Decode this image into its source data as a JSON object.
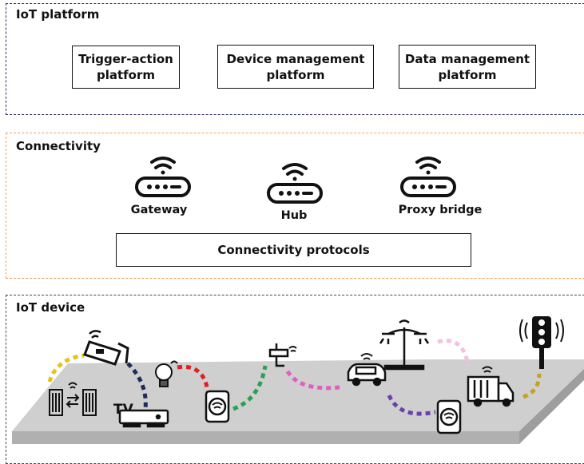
{
  "iot_platform": {
    "title": "IoT platform",
    "boxes": [
      {
        "line1": "Trigger-action",
        "line2": "platform"
      },
      {
        "line1": "Device management",
        "line2": "platform"
      },
      {
        "line1": "Data management",
        "line2": "platform"
      }
    ]
  },
  "connectivity": {
    "title": "Connectivity",
    "devices": [
      {
        "label": "Gateway",
        "icon": "router-icon"
      },
      {
        "label": "Hub",
        "icon": "router-icon"
      },
      {
        "label": "Proxy bridge",
        "icon": "router-icon"
      }
    ],
    "protocols_label": "Connectivity protocols"
  },
  "iot_device": {
    "title": "IoT device",
    "tv_label": "TV",
    "colors": {
      "platform_border": "#2a2a6a",
      "connectivity_border": "#f0a060",
      "ground": "#cfcfcf",
      "link_yellow": "#e8c21a",
      "link_navy": "#1f2b5a",
      "link_red": "#e02020",
      "link_green": "#2aa050",
      "link_pink": "#e060c0",
      "link_purple": "#6a40b0",
      "link_lightpink": "#f4c0e0",
      "link_gold": "#c8a020"
    }
  }
}
